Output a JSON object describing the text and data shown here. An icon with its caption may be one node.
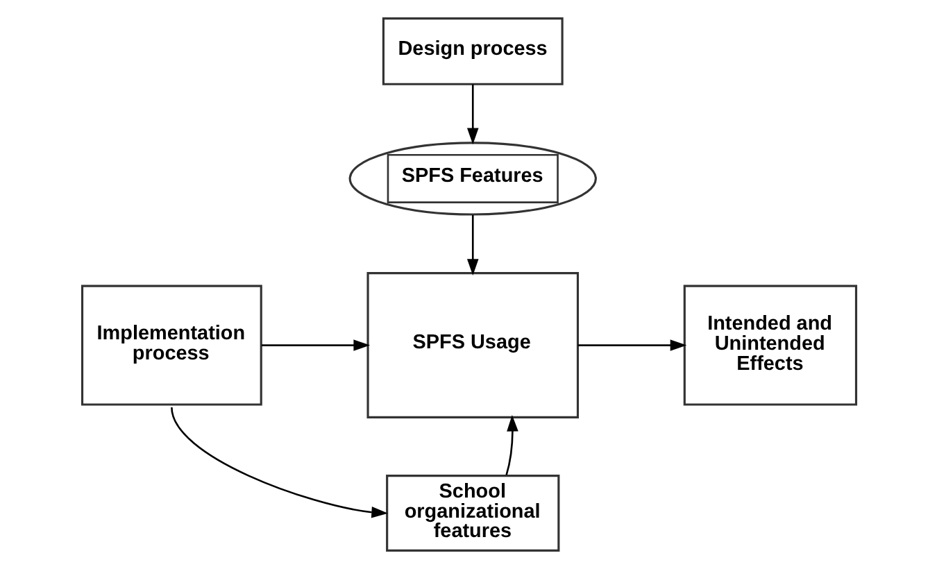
{
  "diagram": {
    "nodes": [
      {
        "text": [
          "Design process"
        ]
      },
      {
        "text": [
          "SPFS Features"
        ]
      },
      {
        "text": [
          "Implementation process"
        ]
      },
      {
        "text": [
          "SPFS Usage"
        ]
      },
      {
        "text": [
          "Intended and Unintended Effects"
        ]
      },
      {
        "text": [
          "School organizational features"
        ]
      }
    ],
    "edges": [
      {
        "from": 0,
        "to": 1,
        "arrow": "to"
      },
      {
        "from": 1,
        "to": 3,
        "arrow": "to"
      },
      {
        "from": 2,
        "to": 3,
        "arrow": "to"
      },
      {
        "from": 3,
        "to": 4,
        "arrow": "to"
      },
      {
        "from": 5,
        "to": 3,
        "arrow": "to"
      },
      {
        "from": 2,
        "to": 5,
        "arrow": "to"
      }
    ]
  }
}
